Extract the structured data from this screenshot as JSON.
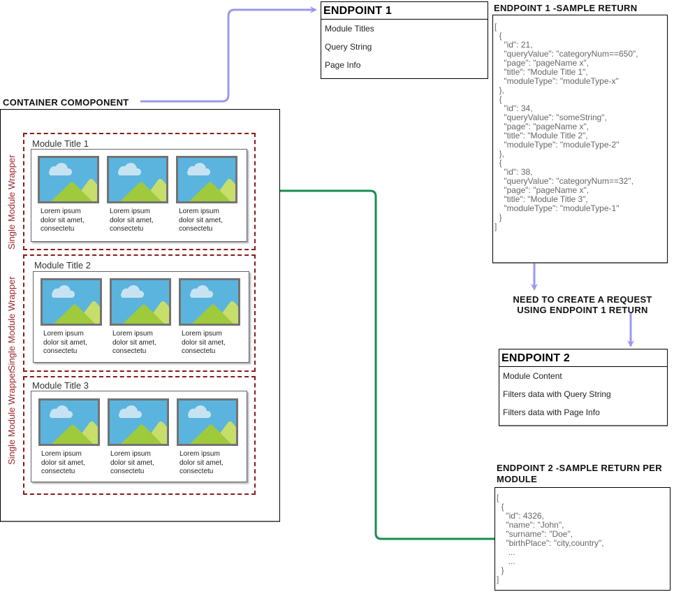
{
  "colors": {
    "request_arrow": "#9999ee",
    "response_arrow": "#168f4f",
    "wrapper_border": "#8b1a1a",
    "wrapper_label": "#a0262a"
  },
  "container": {
    "heading": "CONTAINER COMOPONENT",
    "wrappers": [
      {
        "label": "Single Module Wrapper",
        "title": "Module Title 1",
        "tiles": [
          {
            "icon": "image-placeholder-icon",
            "caption": [
              "Lorem ipsum",
              "dolor sit amet,",
              "consectetu"
            ]
          },
          {
            "icon": "image-placeholder-icon",
            "caption": [
              "Lorem ipsum",
              "dolor sit amet,",
              "consectetu"
            ]
          },
          {
            "icon": "image-placeholder-icon",
            "caption": [
              "Lorem ipsum",
              "dolor sit amet,",
              "consectetu"
            ]
          }
        ]
      },
      {
        "label": "Single Module Wrapper",
        "title": "Module Title 2",
        "tiles": [
          {
            "icon": "image-placeholder-icon",
            "caption": [
              "Lorem ipsum",
              "dolor sit amet,",
              "consectetu"
            ]
          },
          {
            "icon": "image-placeholder-icon",
            "caption": [
              "Lorem ipsum",
              "dolor sit amet,",
              "consectetu"
            ]
          },
          {
            "icon": "image-placeholder-icon",
            "caption": [
              "Lorem ipsum",
              "dolor sit amet,",
              "consectetu"
            ]
          }
        ]
      },
      {
        "label": "Single Module Wrapper",
        "title": "Module Title 3",
        "tiles": [
          {
            "icon": "image-placeholder-icon",
            "caption": [
              "Lorem ipsum",
              "dolor sit amet,",
              "consectetu"
            ]
          },
          {
            "icon": "image-placeholder-icon",
            "caption": [
              "Lorem ipsum",
              "dolor sit amet,",
              "consectetu"
            ]
          },
          {
            "icon": "image-placeholder-icon",
            "caption": [
              "Lorem ipsum",
              "dolor sit amet,",
              "consectetu"
            ]
          }
        ]
      }
    ]
  },
  "endpoint1": {
    "title": "ENDPOINT 1",
    "items": [
      "Module Titles",
      "Query String",
      "Page Info"
    ]
  },
  "endpoint1_sample": {
    "heading": "ENDPOINT 1 -SAMPLE RETURN",
    "code": "[\n  {\n    \"id\": 21,\n    \"queryValue\": \"categoryNum==650\",\n    \"page\": \"pageName x\",\n    \"title\": \"Module Title 1\",\n    \"moduleType\": \"moduleType-x\"\n  },\n  {\n    \"id\": 34,\n    \"queryValue\": \"someString\",\n    \"page\": \"pageName x\",\n    \"title\": \"Module Title 2\",\n    \"moduleType\": \"moduleType-2\"\n  },\n  {\n    \"id\": 38,\n    \"queryValue\": \"categoryNum==32\",\n    \"page\": \"pageName x\",\n    \"title\": \"Module Title 3\",\n    \"moduleType\": \"moduleType-1\"\n  }\n]"
  },
  "request_note": {
    "lines": [
      "NEED TO CREATE A REQUEST",
      "USING ENDPOINT 1 RETURN"
    ]
  },
  "endpoint2": {
    "title": "ENDPOINT 2",
    "items": [
      "Module Content",
      "Filters data with Query String",
      "Filters data with Page Info"
    ]
  },
  "endpoint2_sample": {
    "heading_lines": [
      "ENDPOINT 2 -SAMPLE RETURN PER",
      "MODULE"
    ],
    "code": "[\n  {\n    \"id\": 4326,\n    \"name\": \"John\",\n    \"surname\": \"Doe\",\n    \"birthPlace\": \"city,country\",\n     ...\n     ...\n  }\n]"
  }
}
